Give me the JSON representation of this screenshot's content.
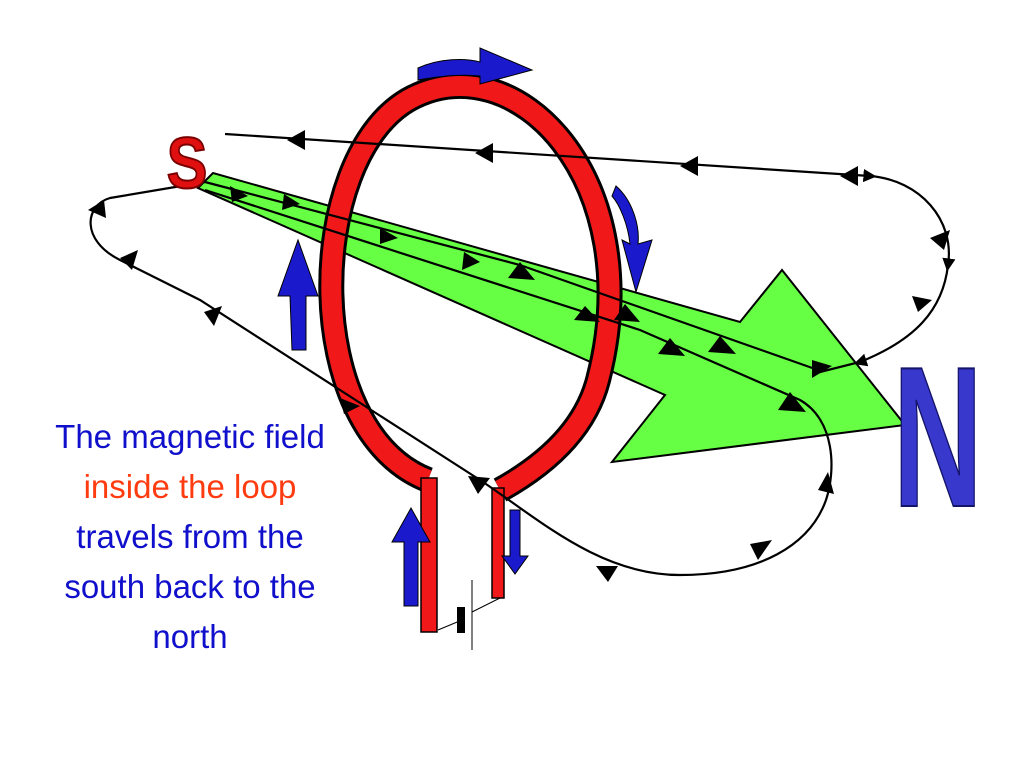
{
  "labels": {
    "south_pole": "S",
    "north_pole": "N"
  },
  "caption": {
    "part1": "The magnetic field ",
    "highlight": "inside the loop",
    "part2": " travels from the south back to the north"
  },
  "colors": {
    "loop": "#f01818",
    "field_arrow": "#66ff44",
    "current_arrows": "#1a1acc",
    "field_lines": "#000000",
    "caption_text": "#1010cc",
    "caption_highlight": "#ff3b10",
    "south_label": "#e01010",
    "north_label": "#3838cc"
  },
  "icons": {
    "loop": "current-loop",
    "battery": "battery-icon",
    "current": "current-direction-arrow",
    "field": "field-direction-arrow"
  }
}
